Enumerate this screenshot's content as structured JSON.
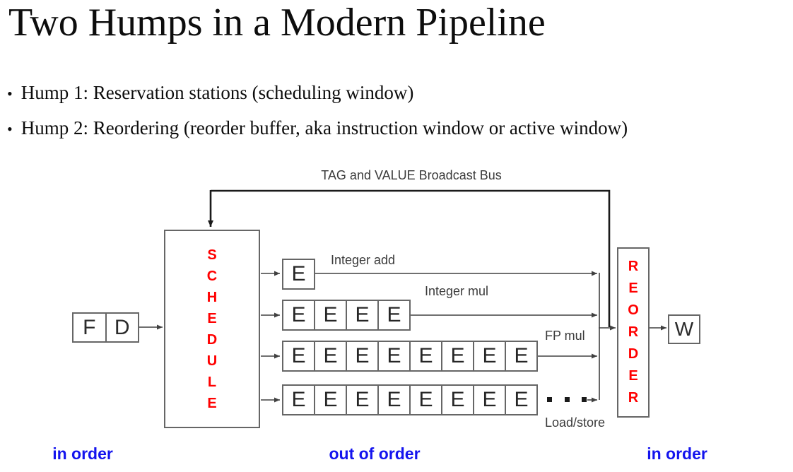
{
  "slide": {
    "title": "Two Humps in a Modern Pipeline",
    "bullet_glyph": "•",
    "bullets": [
      "Hump 1: Reservation stations (scheduling window)",
      "Hump 2: Reordering (reorder buffer, aka instruction window or active window)"
    ]
  },
  "diagram": {
    "bus_label": "TAG and VALUE Broadcast Bus",
    "fetch_decode": {
      "stages": [
        "F",
        "D"
      ]
    },
    "schedule": {
      "letters": "SCHEDULE"
    },
    "reorder": {
      "letters": "REORDER"
    },
    "writeback": {
      "label": "W"
    },
    "pipelines": [
      {
        "label": "Integer add",
        "stage_letter": "E",
        "stage_count": 1,
        "ellipsis": false
      },
      {
        "label": "Integer mul",
        "stage_letter": "E",
        "stage_count": 4,
        "ellipsis": false
      },
      {
        "label": "FP mul",
        "stage_letter": "E",
        "stage_count": 8,
        "ellipsis": false
      },
      {
        "label": "Load/store",
        "stage_letter": "E",
        "stage_count": 8,
        "ellipsis": true
      }
    ],
    "order_labels": [
      "in order",
      "out of order",
      "in order"
    ],
    "colors": {
      "stage_red": "#ff0000",
      "order_blue": "#1414ee",
      "box_border": "#666666",
      "line": "#404040",
      "bus_line": "#1a1a1a"
    }
  }
}
